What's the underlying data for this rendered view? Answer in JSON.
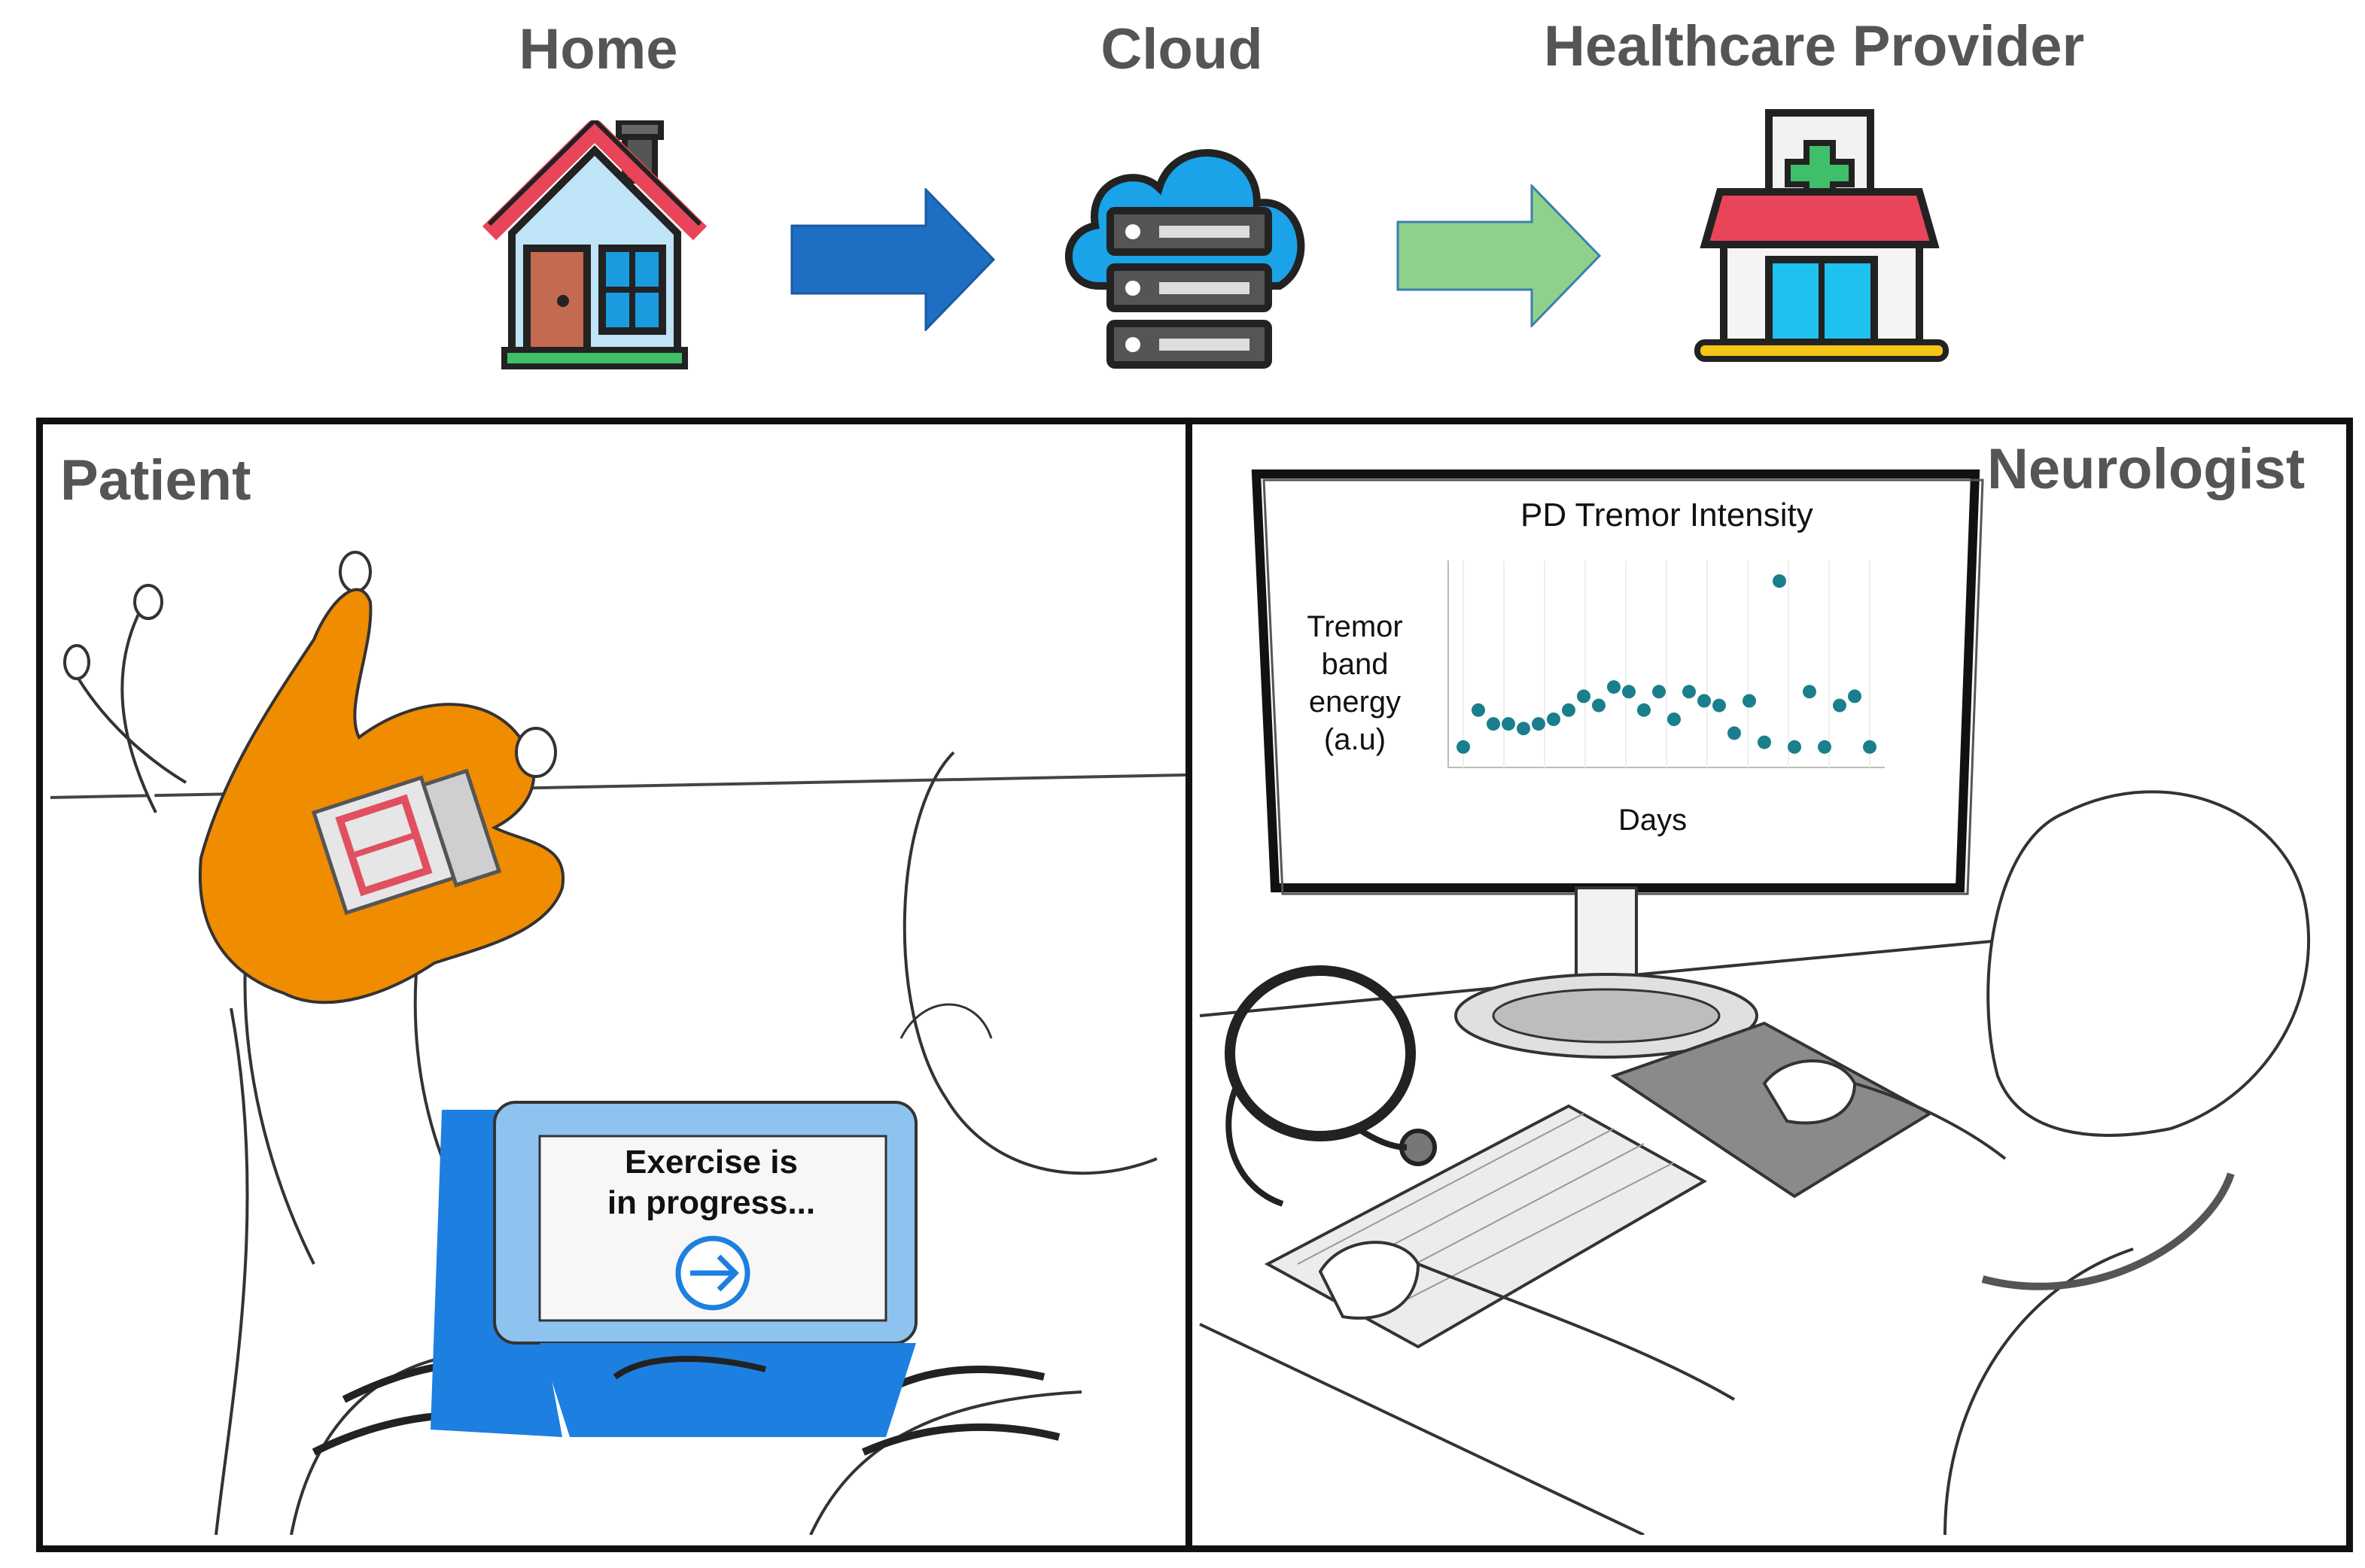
{
  "flow": {
    "home_label": "Home",
    "cloud_label": "Cloud",
    "provider_label": "Healthcare Provider"
  },
  "panels": {
    "patient": {
      "title": "Patient",
      "tablet_line1": "Exercise is",
      "tablet_line2": "in progress..."
    },
    "neurologist": {
      "title": "Neurologist",
      "monitor_chart": {
        "title": "PD Tremor Intensity",
        "ylabel_lines": [
          "Tremor",
          "band",
          "energy",
          "(a.u)"
        ],
        "xlabel": "Days"
      }
    }
  },
  "colors": {
    "arrow_home_cloud": "#1e6fc4",
    "arrow_cloud_provider": "#8fd18a",
    "glove": "#f08c00",
    "tablet": "#1d7fe0",
    "data_point": "#1a7f8c"
  },
  "chart_data": {
    "type": "scatter",
    "title": "PD Tremor Intensity",
    "xlabel": "Days",
    "ylabel": "Tremor band energy (a.u)",
    "series": [
      {
        "x": [
          1,
          2,
          3,
          4,
          5,
          6,
          7,
          8,
          9,
          10,
          11,
          12,
          13,
          14,
          15,
          16,
          17,
          18,
          19,
          20,
          21,
          22,
          23,
          24,
          25,
          26,
          27,
          28
        ],
        "y": [
          0.7,
          1.5,
          1.2,
          1.2,
          1.1,
          1.2,
          1.3,
          1.5,
          1.8,
          1.6,
          2.0,
          1.9,
          1.5,
          1.9,
          1.3,
          1.9,
          1.7,
          1.6,
          1.0,
          1.7,
          0.8,
          4.3,
          0.7,
          1.9,
          0.7,
          1.6,
          1.8,
          0.7
        ]
      }
    ],
    "grid": true
  }
}
